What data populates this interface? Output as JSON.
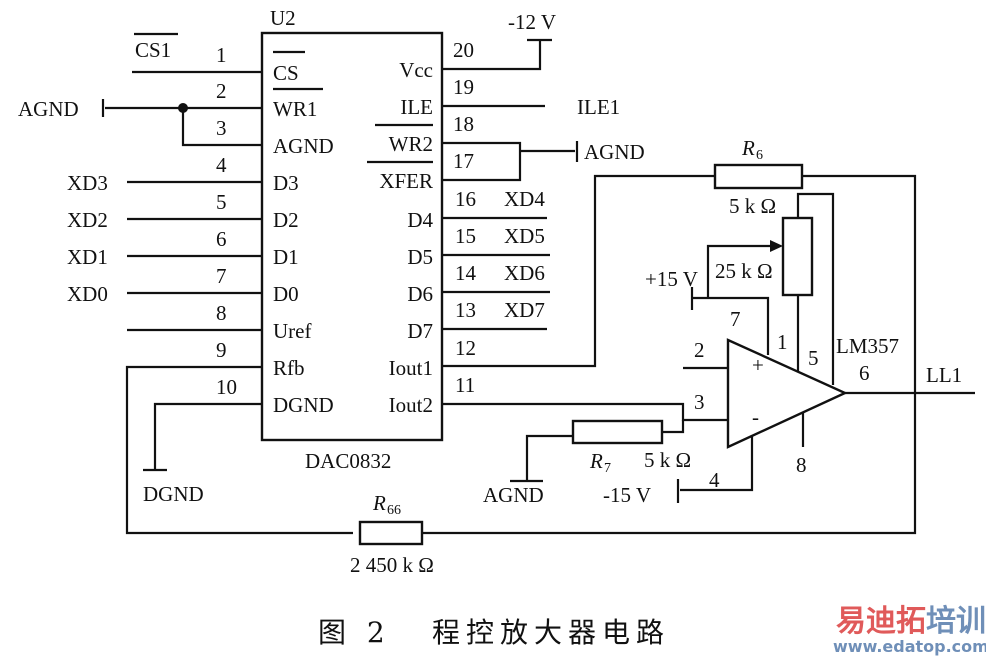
{
  "ic": {
    "ref": "U2",
    "part": "DAC0832",
    "left_pins": [
      {
        "num": "1",
        "name": "CS",
        "overbar": true,
        "net": "CS1",
        "net_overbar": true
      },
      {
        "num": "2",
        "name": "WR1",
        "overbar": true,
        "net": "AGND"
      },
      {
        "num": "3",
        "name": "AGND",
        "net": "AGND"
      },
      {
        "num": "4",
        "name": "D3",
        "net": "XD3"
      },
      {
        "num": "5",
        "name": "D2",
        "net": "XD2"
      },
      {
        "num": "6",
        "name": "D1",
        "net": "XD1"
      },
      {
        "num": "7",
        "name": "D0",
        "net": "XD0"
      },
      {
        "num": "8",
        "name": "Uref",
        "net": ""
      },
      {
        "num": "9",
        "name": "Rfb",
        "net": "R66"
      },
      {
        "num": "10",
        "name": "DGND",
        "net": "DGND"
      }
    ],
    "right_pins": [
      {
        "num": "20",
        "name": "Vcc",
        "net": "-12 V"
      },
      {
        "num": "19",
        "name": "ILE",
        "net": "ILE1"
      },
      {
        "num": "18",
        "name": "WR2",
        "overbar": true,
        "net": "AGND"
      },
      {
        "num": "17",
        "name": "XFER",
        "overbar": true,
        "net": "AGND"
      },
      {
        "num": "16",
        "name": "D4",
        "net": "XD4"
      },
      {
        "num": "15",
        "name": "D5",
        "net": "XD5"
      },
      {
        "num": "14",
        "name": "D6",
        "net": "XD6"
      },
      {
        "num": "13",
        "name": "D7",
        "net": "XD7"
      },
      {
        "num": "12",
        "name": "Iout1",
        "net": "R6"
      },
      {
        "num": "11",
        "name": "Iout2",
        "net": "opamp-pin3"
      }
    ]
  },
  "nets": {
    "cs1": "CS1",
    "agnd_left": "AGND",
    "agnd_right": "AGND",
    "agnd_bottom": "AGND",
    "dgnd": "DGND",
    "vneg12": "-12 V",
    "ile1": "ILE1",
    "xd3": "XD3",
    "xd2": "XD2",
    "xd1": "XD1",
    "xd0": "XD0",
    "xd4": "XD4",
    "xd5": "XD5",
    "xd6": "XD6",
    "xd7": "XD7",
    "vpos15": "+15 V",
    "vneg15": "-15 V",
    "output": "LL1"
  },
  "opamp": {
    "part": "LM357",
    "plus": "+",
    "minus": "-",
    "pins": {
      "p1": "1",
      "p2": "2",
      "p3": "3",
      "p4": "4",
      "p5": "5",
      "p6": "6",
      "p7": "7",
      "p8": "8"
    }
  },
  "resistors": {
    "r6": {
      "ref": "R",
      "sub": "6",
      "value": "5 k Ω"
    },
    "r7": {
      "ref": "R",
      "sub": "7",
      "value": "5 k Ω"
    },
    "r66": {
      "ref": "R",
      "sub": "66",
      "value": "2 450 k Ω"
    },
    "pot": {
      "value": "25 k Ω"
    }
  },
  "caption": {
    "fig": "图 2",
    "title": "程控放大器电路"
  },
  "watermark": {
    "cn_red": "易迪拓",
    "cn_blue": "培训",
    "url": "www.edatop.com",
    "red": "#e05a5a",
    "blue": "#6f8fb8"
  }
}
